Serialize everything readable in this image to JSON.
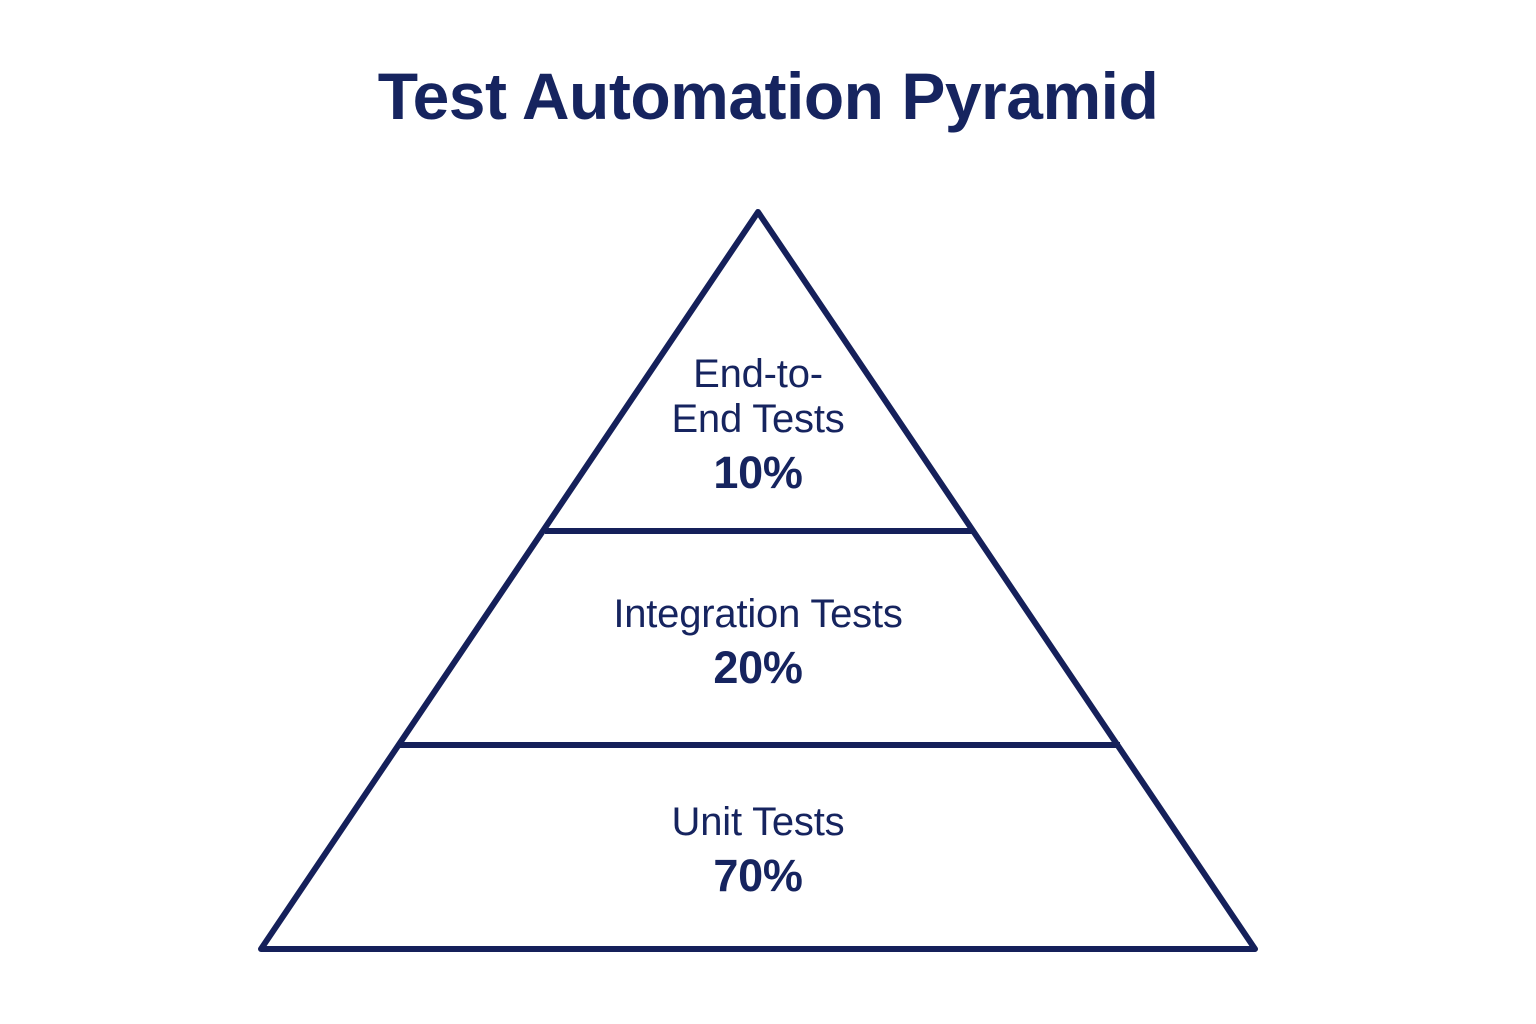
{
  "title": "Test Automation Pyramid",
  "colors": {
    "background": "#ffffff",
    "stroke": "#15205a",
    "text": "#16245f",
    "title": "#16245f"
  },
  "chart_data": {
    "type": "pie",
    "title": "Test Automation Pyramid",
    "xlabel": "",
    "ylabel": "",
    "categories": [
      "End-to-End Tests",
      "Integration Tests",
      "Unit Tests"
    ],
    "values": [
      10,
      20,
      70
    ],
    "value_labels": [
      "10%",
      "20%",
      "70%"
    ],
    "units": "percent",
    "grid": false,
    "legend": "none",
    "layout": "triangle-tiers-top-to-bottom",
    "note": "Pyramid diagram: tiers stacked apex-to-base, area proportional to test share"
  },
  "pyramid": {
    "tiers": [
      {
        "id": "end-to-end",
        "label": "End-to-\nEnd Tests",
        "label_plain": "End-to-End Tests",
        "value": "10%",
        "percent": 10,
        "position": "top"
      },
      {
        "id": "integration",
        "label": "Integration Tests",
        "label_plain": "Integration Tests",
        "value": "20%",
        "percent": 20,
        "position": "middle"
      },
      {
        "id": "unit",
        "label": "Unit Tests",
        "label_plain": "Unit Tests",
        "value": "70%",
        "percent": 70,
        "position": "bottom"
      }
    ]
  }
}
